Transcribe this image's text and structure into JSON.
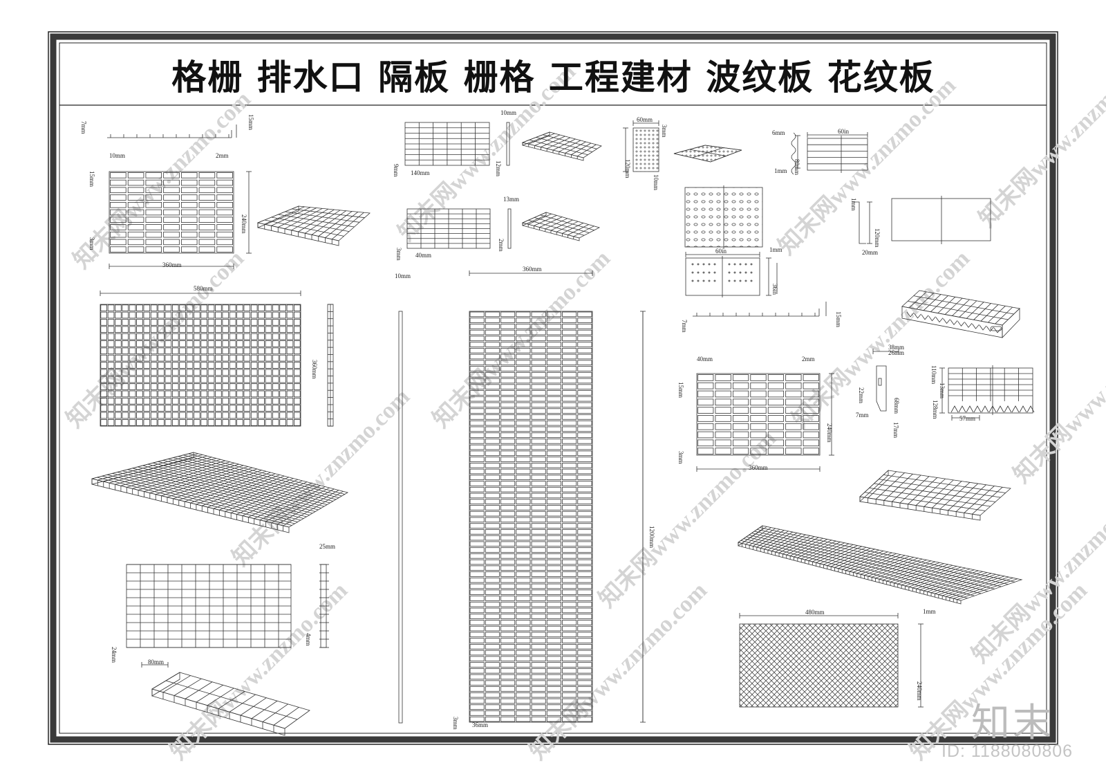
{
  "title": "格栅  排水口  隔板  栅格  工程建材  波纹板  花纹板",
  "brand_mark": "知末",
  "image_id": "ID: 1188080806",
  "watermark": "知末网www.znzmo.com",
  "colors": {
    "line": "#333333",
    "frame": "#222222",
    "watermark": "#d0d0d0"
  },
  "dims": {
    "d_7mm": "7mm",
    "d_15mm_a": "15mm",
    "d_10mm_a": "10mm",
    "d_2mm_a": "2mm",
    "d_15mm_b": "15mm",
    "d_3mm_a": "3mm",
    "d_240mm_a": "240mm",
    "d_360mm_a": "360mm",
    "d_580mm": "580mm",
    "d_360mm_b": "360mm",
    "d_25mm": "25mm",
    "d_24mm": "24mm",
    "d_4mm": "4mm",
    "d_80mm": "80mm",
    "d_10mm_b": "10mm",
    "d_9mm": "9mm",
    "d_140mm": "140mm",
    "d_12mm": "12mm",
    "d_13mm": "13mm",
    "d_3mm_b": "3mm",
    "d_40mm_b": "40mm",
    "d_2mm_b": "2mm",
    "d_10mm_c": "10mm",
    "d_360mm_c": "360mm",
    "d_1200mm": "1200mm",
    "d_3mm_c": "3mm",
    "d_36mm": "36mm",
    "d_60mm": "60mm",
    "d_3mm_d": "3mm",
    "d_120mm_a": "120mm",
    "d_10mm_d": "10mm",
    "d_6mm": "6mm",
    "d_80mm_b": "80mm",
    "d_1mm_a": "1mm",
    "d_60in_a": "60in",
    "d_1mm_b": "1mm",
    "d_120mm_b": "120mm",
    "d_20mm": "20mm",
    "d_60in_b": "60in",
    "d_1mm_c": "1mm",
    "d_36in": "36in",
    "d_7mm_b": "7mm",
    "d_15mm_c": "15mm",
    "d_40mm_c": "40mm",
    "d_2mm_c": "2mm",
    "d_15mm_d": "15mm",
    "d_3mm_e": "3mm",
    "d_240mm_b": "240mm",
    "d_360mm_d": "360mm",
    "d_38mm": "38mm",
    "d_26mm": "26mm",
    "d_22mm": "22mm",
    "d_68mm": "68mm",
    "d_7mm_c": "7mm",
    "d_17mm": "17mm",
    "d_110mm": "110mm",
    "d_13mm_b": "13mm",
    "d_128mm": "128mm",
    "d_57mm": "57mm",
    "d_480mm": "480mm",
    "d_1mm_d": "1mm",
    "d_240mm_c": "240mm"
  }
}
